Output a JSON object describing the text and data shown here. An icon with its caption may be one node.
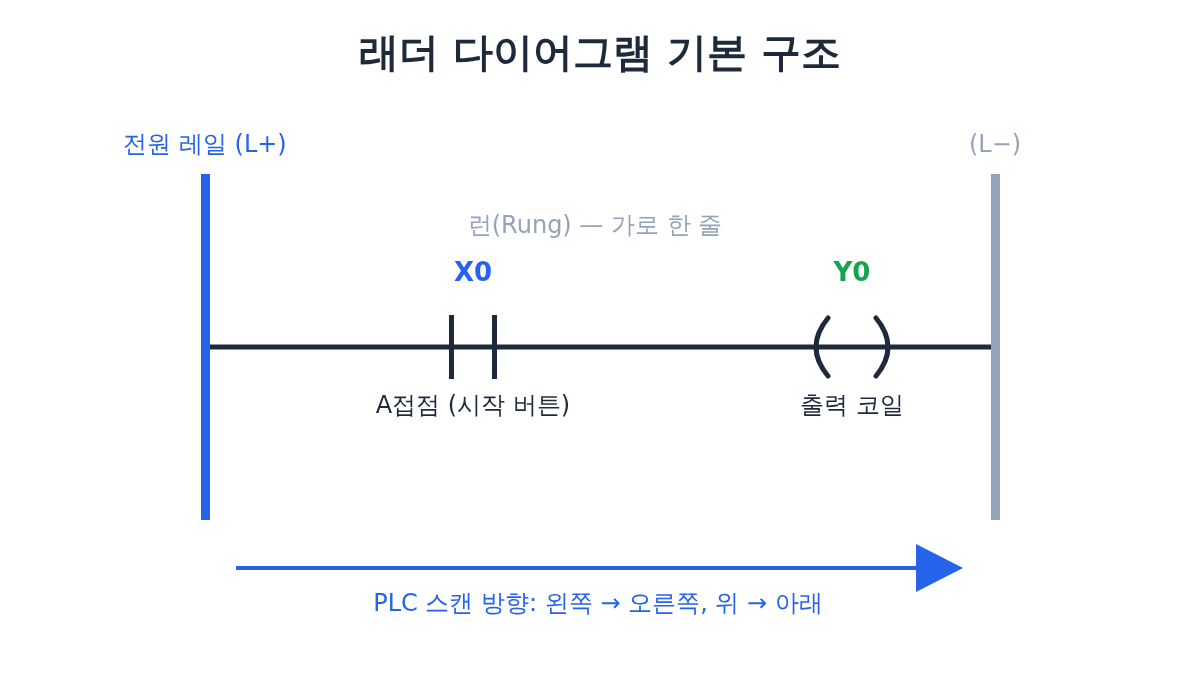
{
  "diagram": {
    "title": "래더 다이어그램 기본 구조",
    "nodes": [
      {
        "text": [
          "전원 레일 (L+)"
        ]
      },
      {
        "text": [
          "X0"
        ],
        "beside": [
          "A접점 (시작 버튼)"
        ]
      },
      {
        "text": [
          "Y0"
        ],
        "beside": [
          "출력 코일"
        ]
      },
      {
        "text": [
          "(L−)"
        ]
      }
    ],
    "edges": [
      {
        "from": 0,
        "to": 1,
        "arrow": "none"
      },
      {
        "from": 1,
        "to": 2,
        "arrow": "none"
      },
      {
        "from": 2,
        "to": 3,
        "arrow": "none"
      }
    ],
    "labels": [
      "런(Rung) — 가로 한 줄",
      "PLC 스캔 방향: 왼쪽 → 오른쪽, 위 → 아래"
    ]
  }
}
